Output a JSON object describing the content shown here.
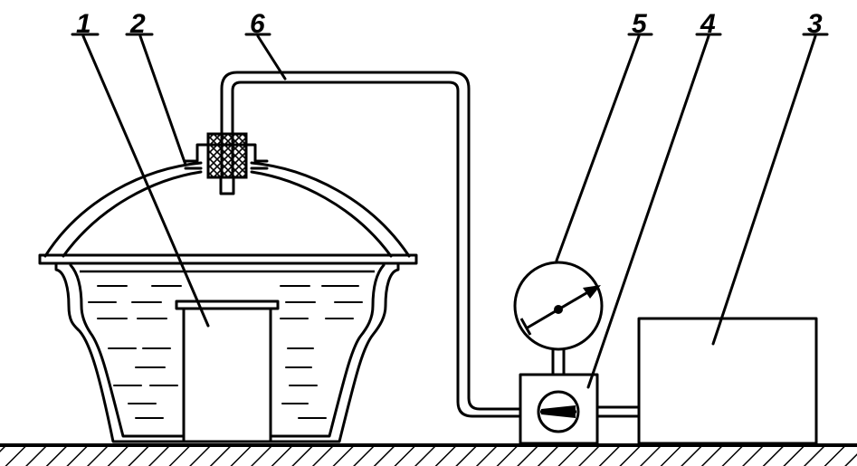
{
  "callouts": {
    "c1": "1",
    "c2": "2",
    "c3": "3",
    "c4": "4",
    "c5": "5",
    "c6": "6"
  },
  "icons": {
    "gauge": "pressure-gauge-icon",
    "valve": "valve-icon"
  },
  "colors": {
    "ink": "#000000",
    "background": "#ffffff"
  }
}
